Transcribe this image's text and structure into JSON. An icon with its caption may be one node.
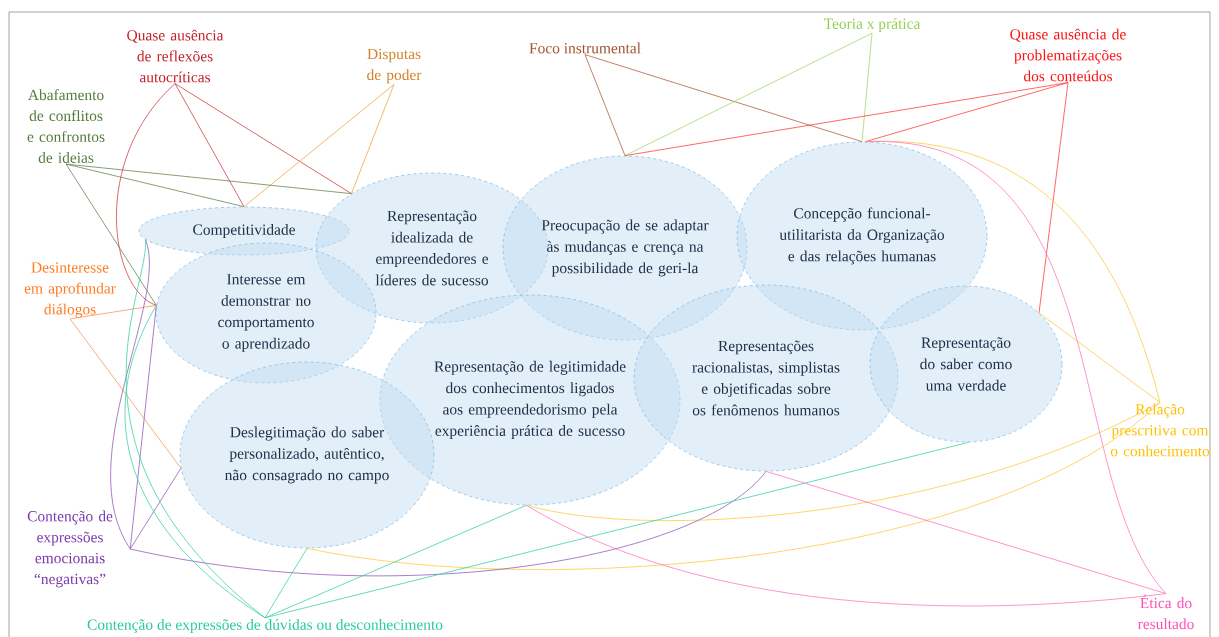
{
  "diagram": {
    "nodes": [
      {
        "text": [
          "Competitividade"
        ]
      },
      {
        "text": [
          "Representação idealizada de empreendedores e líderes de sucesso"
        ]
      },
      {
        "text": [
          "Preocupação de se adaptar às mudanças e crença na possibilidade de geri-la"
        ]
      },
      {
        "text": [
          "Concepção funcional-utilitarista da Organização e das relações humanas"
        ]
      },
      {
        "text": [
          "Interesse em demonstrar no comportamento o aprendizado"
        ]
      },
      {
        "text": [
          "Representação de legitimidade dos conhecimentos ligados aos empreendedorismo pela experiência prática de sucesso"
        ]
      },
      {
        "text": [
          "Representações racionalistas, simplistas e objetificadas sobre os fenômenos humanos"
        ]
      },
      {
        "text": [
          "Representação do saber como uma verdade"
        ]
      },
      {
        "text": [
          "Deslegitimação do saber personalizado, autêntico, não consagrado no campo"
        ]
      },
      {
        "text": [
          "Quase ausência de reflexões autocríticas"
        ]
      },
      {
        "text": [
          "Disputas de poder"
        ]
      },
      {
        "text": [
          "Abafamento de conflitos e confrontos de ideias"
        ]
      },
      {
        "text": [
          "Foco instrumental"
        ]
      },
      {
        "text": [
          "Teoria x prática"
        ]
      },
      {
        "text": [
          "Quase ausência de problematizações dos conteúdos"
        ]
      },
      {
        "text": [
          "Desinteresse em aprofundar diálogos"
        ]
      },
      {
        "text": [
          "Relação prescritiva com o conhecimento"
        ]
      },
      {
        "text": [
          "Contenção de expressões emocionais “negativas”"
        ]
      },
      {
        "text": [
          "Contenção de expressões de dúvidas ou desconhecimento"
        ]
      },
      {
        "text": [
          "Ética do resultado"
        ]
      }
    ],
    "edges": [
      {
        "from": 9,
        "to": 0,
        "arrow": "none",
        "color": "#d0353a"
      },
      {
        "from": 9,
        "to": 1,
        "arrow": "none",
        "color": "#d0353a"
      },
      {
        "from": 9,
        "to": 4,
        "arrow": "none",
        "color": "#d0353a"
      },
      {
        "from": 10,
        "to": 0,
        "arrow": "none",
        "color": "#f0a040"
      },
      {
        "from": 10,
        "to": 1,
        "arrow": "none",
        "color": "#f0a040"
      },
      {
        "from": 11,
        "to": 0,
        "arrow": "none",
        "color": "#5e7e48"
      },
      {
        "from": 11,
        "to": 1,
        "arrow": "none",
        "color": "#5e7e48"
      },
      {
        "from": 11,
        "to": 4,
        "arrow": "none",
        "color": "#5e7e48"
      },
      {
        "from": 12,
        "to": 2,
        "arrow": "none",
        "color": "#a85a32"
      },
      {
        "from": 12,
        "to": 3,
        "arrow": "none",
        "color": "#a85a32"
      },
      {
        "from": 13,
        "to": 2,
        "arrow": "none",
        "color": "#9ed36a"
      },
      {
        "from": 13,
        "to": 3,
        "arrow": "none",
        "color": "#9ed36a"
      },
      {
        "from": 14,
        "to": 2,
        "arrow": "none",
        "color": "#ff3333"
      },
      {
        "from": 14,
        "to": 3,
        "arrow": "none",
        "color": "#ff3333"
      },
      {
        "from": 14,
        "to": 7,
        "arrow": "none",
        "color": "#ff3333"
      },
      {
        "from": 15,
        "to": 4,
        "arrow": "none",
        "color": "#f89050"
      },
      {
        "from": 15,
        "to": 8,
        "arrow": "none",
        "color": "#f89050"
      },
      {
        "from": 16,
        "to": 7,
        "arrow": "none",
        "color": "#ffc830"
      },
      {
        "from": 16,
        "to": 3,
        "arrow": "none",
        "color": "#ffc830"
      },
      {
        "from": 16,
        "to": 5,
        "arrow": "none",
        "color": "#ffc830"
      },
      {
        "from": 16,
        "to": 8,
        "arrow": "none",
        "color": "#ffc830"
      },
      {
        "from": 17,
        "to": 0,
        "arrow": "none",
        "color": "#8a52b8"
      },
      {
        "from": 17,
        "to": 4,
        "arrow": "none",
        "color": "#8a52b8"
      },
      {
        "from": 17,
        "to": 8,
        "arrow": "none",
        "color": "#8a52b8"
      },
      {
        "from": 17,
        "to": 6,
        "arrow": "none",
        "color": "#8a52b8"
      },
      {
        "from": 18,
        "to": 0,
        "arrow": "none",
        "color": "#30d0a0"
      },
      {
        "from": 18,
        "to": 4,
        "arrow": "none",
        "color": "#30d0a0"
      },
      {
        "from": 18,
        "to": 8,
        "arrow": "none",
        "color": "#30d0a0"
      },
      {
        "from": 18,
        "to": 5,
        "arrow": "none",
        "color": "#30d0a0"
      },
      {
        "from": 18,
        "to": 7,
        "arrow": "none",
        "color": "#30d0a0"
      },
      {
        "from": 19,
        "to": 6,
        "arrow": "none",
        "color": "#ff70c0"
      },
      {
        "from": 19,
        "to": 3,
        "arrow": "none",
        "color": "#ff70c0"
      },
      {
        "from": 19,
        "to": 5,
        "arrow": "none",
        "color": "#ff70c0"
      }
    ]
  }
}
